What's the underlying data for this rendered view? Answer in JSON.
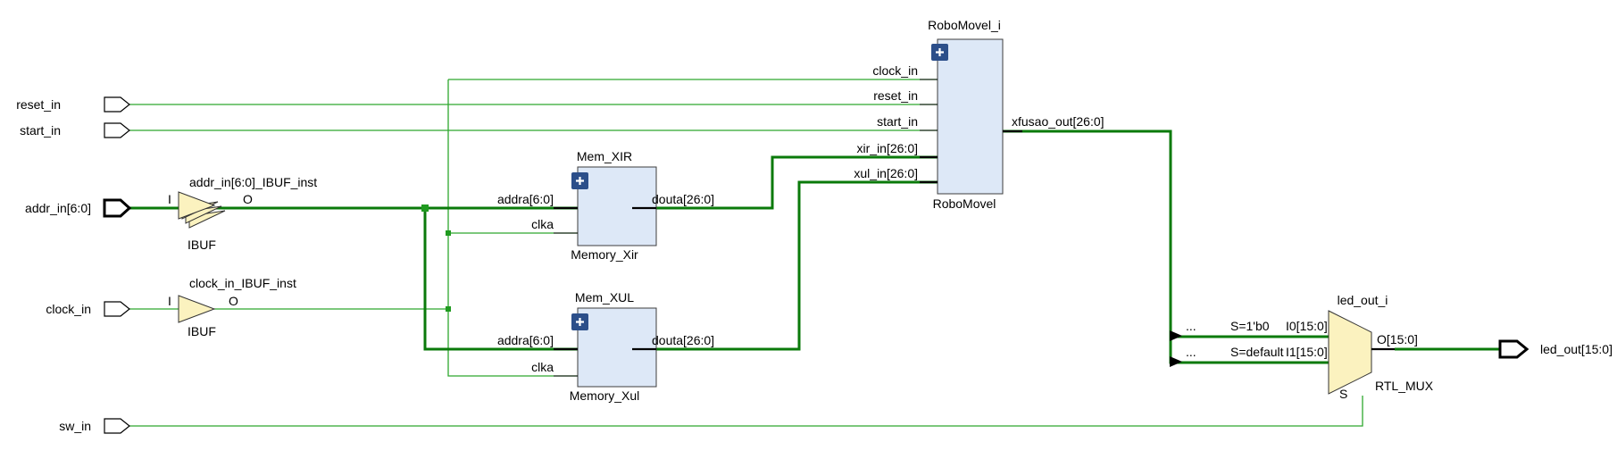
{
  "ports_in": {
    "reset": "reset_in",
    "start": "start_in",
    "addr": "addr_in[6:0]",
    "clock": "clock_in",
    "sw": "sw_in"
  },
  "ports_out": {
    "led": "led_out[15:0]"
  },
  "addr_buf": {
    "instance": "addr_in[6:0]_IBUF_inst",
    "cell": "IBUF",
    "pin_i": "I",
    "pin_o": "O"
  },
  "clock_buf": {
    "instance": "clock_in_IBUF_inst",
    "cell": "IBUF",
    "pin_i": "I",
    "pin_o": "O"
  },
  "mem_xir": {
    "instance": "Mem_XIR",
    "cell": "Memory_Xir",
    "pin_addra": "addra[6:0]",
    "pin_clka": "clka",
    "pin_douta": "douta[26:0]"
  },
  "mem_xul": {
    "instance": "Mem_XUL",
    "cell": "Memory_Xul",
    "pin_addra": "addra[6:0]",
    "pin_clka": "clka",
    "pin_douta": "douta[26:0]"
  },
  "robomovel": {
    "instance": "RoboMovel_i",
    "cell": "RoboMovel",
    "pin_clock": "clock_in",
    "pin_reset": "reset_in",
    "pin_start": "start_in",
    "pin_xir": "xir_in[26:0]",
    "pin_xul": "xul_in[26:0]",
    "pin_out": "xfusao_out[26:0]"
  },
  "mux": {
    "instance": "led_out_i",
    "cell": "RTL_MUX",
    "ellipsis": "...",
    "sel0": "S=1'b0",
    "sel1": "S=default",
    "pin_i0": "I0[15:0]",
    "pin_i1": "I1[15:0]",
    "pin_o": "O[15:0]",
    "pin_s": "S"
  },
  "colors": {
    "wire": "#2ea82e",
    "bus": "#0a7a0a",
    "block_fill": "#dde8f7",
    "buffer_fill": "#fbf2bf",
    "expand_button": "#2c4f8a"
  },
  "icons": {
    "expand": "plus-square-icon",
    "buffer": "triangle-buffer-icon",
    "mux": "trapezoid-mux-icon",
    "port": "pentagon-port-icon"
  }
}
